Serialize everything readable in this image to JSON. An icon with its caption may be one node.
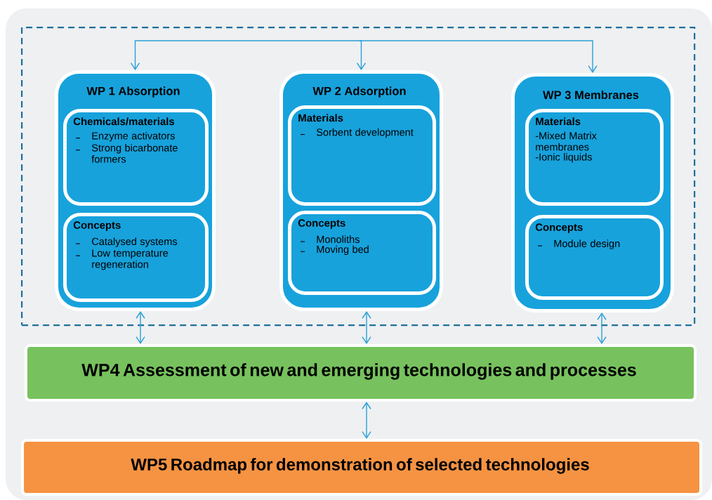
{
  "diagram": {
    "nodes": [
      {
        "text": [],
        "shape": "box"
      },
      {
        "text": [
          "WP 1 Absorption"
        ],
        "in": 0
      },
      {
        "text": [
          "Chemicals/materials",
          "Enzyme activators",
          "Strong bicarbonate formers"
        ],
        "in": 1
      },
      {
        "text": [
          "Concepts",
          "Catalysed systems",
          "Low temperature regeneration"
        ],
        "in": 1
      },
      {
        "text": [
          "WP 2 Adsorption"
        ],
        "in": 0
      },
      {
        "text": [
          "Materials",
          "Sorbent development"
        ],
        "in": 4
      },
      {
        "text": [
          "Concepts",
          "Monoliths",
          "Moving bed"
        ],
        "in": 4
      },
      {
        "text": [
          "WP 3 Membranes"
        ],
        "in": 0
      },
      {
        "text": [
          "Materials",
          "-Mixed Matrix membranes",
          "-Ionic liquids"
        ],
        "in": 7
      },
      {
        "text": [
          "Concepts",
          "Module design"
        ],
        "in": 7
      },
      {
        "text": [
          "WP4 Assessment of new and emerging technologies and processes"
        ]
      },
      {
        "text": [
          "WP5 Roadmap for demonstration of selected technologies"
        ]
      }
    ],
    "edges": [
      {
        "from": null,
        "to": 1,
        "arrow": "to"
      },
      {
        "from": null,
        "to": 4,
        "arrow": "to"
      },
      {
        "from": null,
        "to": 7,
        "arrow": "to"
      },
      {
        "from": 1,
        "to": 10,
        "arrow": "both"
      },
      {
        "from": 4,
        "to": 10,
        "arrow": "both"
      },
      {
        "from": 7,
        "to": 10,
        "arrow": "both"
      },
      {
        "from": 10,
        "to": 11,
        "arrow": "both"
      }
    ]
  }
}
